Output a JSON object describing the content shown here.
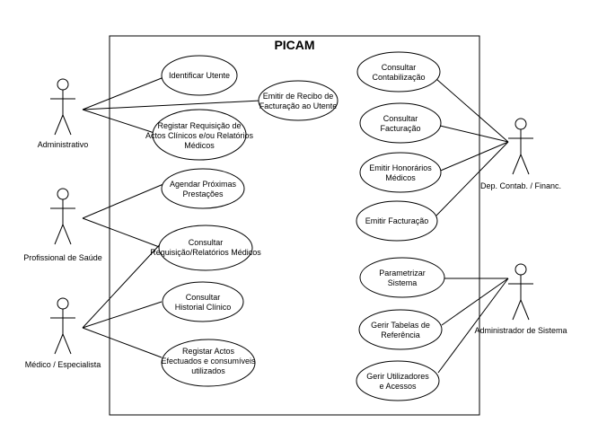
{
  "diagram": {
    "title": "PICAM",
    "actors": {
      "administrativo": "Administrativo",
      "profissional": "Profissional de Saúde",
      "medico": "Médico / Especialista",
      "financeiro": "Dep. Contab. / Financ.",
      "admin_sistema": "Administrador de Sistema"
    },
    "use_cases": {
      "identificar_utente": [
        "Identificar Utente"
      ],
      "emitir_recibo": [
        "Emitir de Recibo de",
        "Facturação ao Utente"
      ],
      "registar_requisicao": [
        "Registar Requisição de",
        "Actos Clínicos e/ou Relatórios",
        "Médicos"
      ],
      "agendar": [
        "Agendar Próximas",
        "Prestações"
      ],
      "consultar_requisicao": [
        "Consultar",
        "Requisição/Relatórios Médicos"
      ],
      "consultar_historial": [
        "Consultar",
        "Historial Clínico"
      ],
      "registar_actos": [
        "Registar Actos",
        "Efectuados e consumíveis",
        "utilizados"
      ],
      "consultar_contabilizacao": [
        "Consultar",
        "Contabilização"
      ],
      "consultar_facturacao": [
        "Consultar",
        "Facturação"
      ],
      "emitir_honorarios": [
        "Emitir Honorários",
        "Médicos"
      ],
      "emitir_facturacao": [
        "Emitir Facturação"
      ],
      "parametrizar": [
        "Parametrizar",
        "Sistema"
      ],
      "gerir_tabelas": [
        "Gerir Tabelas de",
        "Referência"
      ],
      "gerir_utilizadores": [
        "Gerir Utilizadores",
        "e Acessos"
      ]
    }
  }
}
